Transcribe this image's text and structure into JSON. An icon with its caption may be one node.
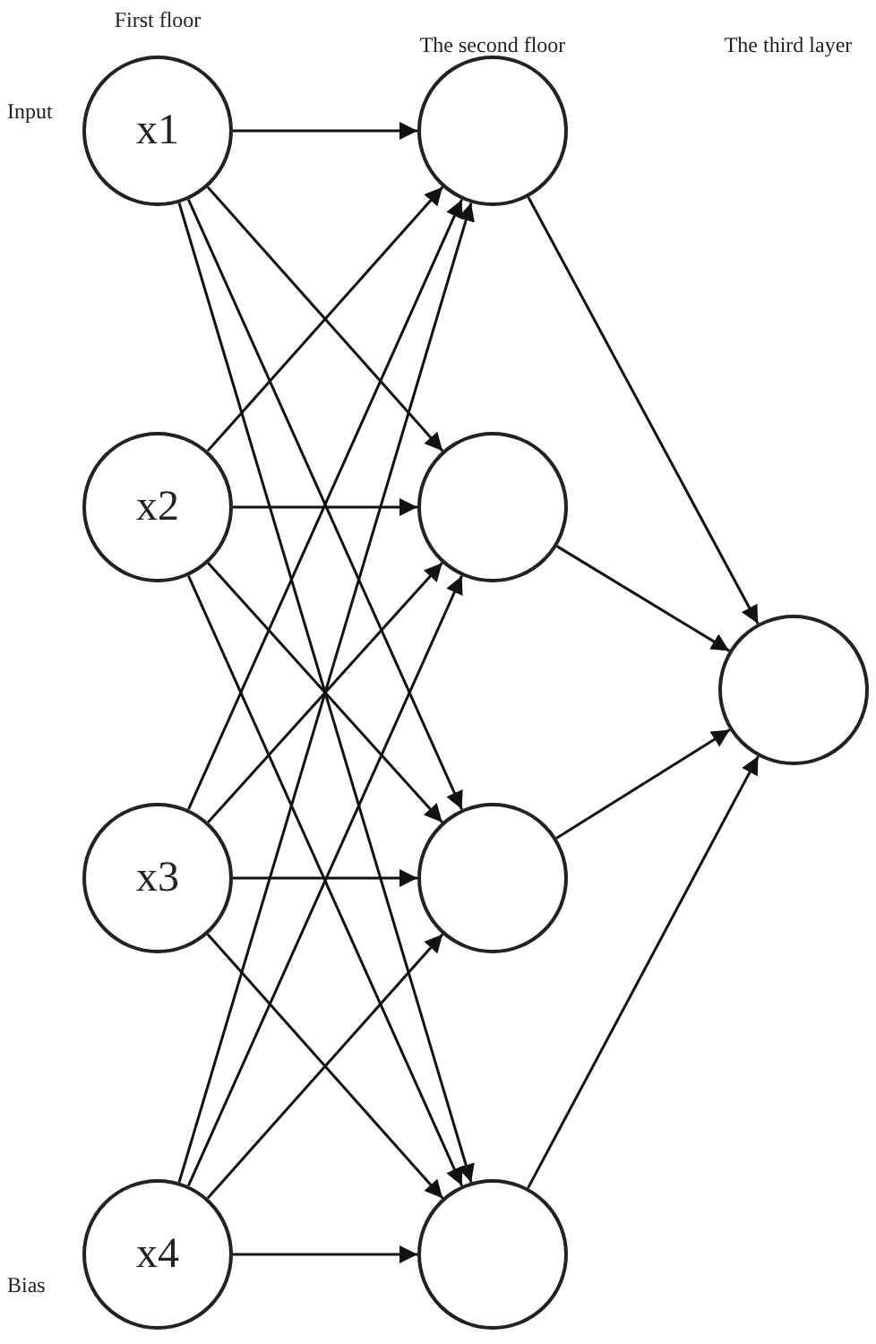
{
  "diagram": {
    "nodes": [
      {
        "text": [
          "x1"
        ],
        "beside": [
          "Input"
        ]
      },
      {
        "text": [
          "x2"
        ]
      },
      {
        "text": [
          "x3"
        ]
      },
      {
        "text": [
          "x4"
        ],
        "beside": [
          "Bias"
        ]
      },
      {
        "text": [],
        "shape": "circle"
      },
      {
        "text": [],
        "shape": "circle"
      },
      {
        "text": [],
        "shape": "circle"
      },
      {
        "text": [],
        "shape": "circle"
      },
      {
        "text": [],
        "shape": "circle"
      }
    ],
    "edges": [
      {
        "from": 0,
        "to": 4,
        "arrow": "to"
      },
      {
        "from": 0,
        "to": 5,
        "arrow": "to"
      },
      {
        "from": 0,
        "to": 6,
        "arrow": "to"
      },
      {
        "from": 0,
        "to": 7,
        "arrow": "to"
      },
      {
        "from": 1,
        "to": 4,
        "arrow": "to"
      },
      {
        "from": 1,
        "to": 5,
        "arrow": "to"
      },
      {
        "from": 1,
        "to": 6,
        "arrow": "to"
      },
      {
        "from": 1,
        "to": 7,
        "arrow": "to"
      },
      {
        "from": 2,
        "to": 4,
        "arrow": "to"
      },
      {
        "from": 2,
        "to": 5,
        "arrow": "to"
      },
      {
        "from": 2,
        "to": 6,
        "arrow": "to"
      },
      {
        "from": 2,
        "to": 7,
        "arrow": "to"
      },
      {
        "from": 3,
        "to": 4,
        "arrow": "to"
      },
      {
        "from": 3,
        "to": 5,
        "arrow": "to"
      },
      {
        "from": 3,
        "to": 6,
        "arrow": "to"
      },
      {
        "from": 3,
        "to": 7,
        "arrow": "to"
      },
      {
        "from": 4,
        "to": 8,
        "arrow": "to"
      },
      {
        "from": 5,
        "to": 8,
        "arrow": "to"
      },
      {
        "from": 6,
        "to": 8,
        "arrow": "to"
      },
      {
        "from": 7,
        "to": 8,
        "arrow": "to"
      }
    ],
    "labels": [
      "First floor",
      "The second floor",
      "The third layer"
    ]
  }
}
